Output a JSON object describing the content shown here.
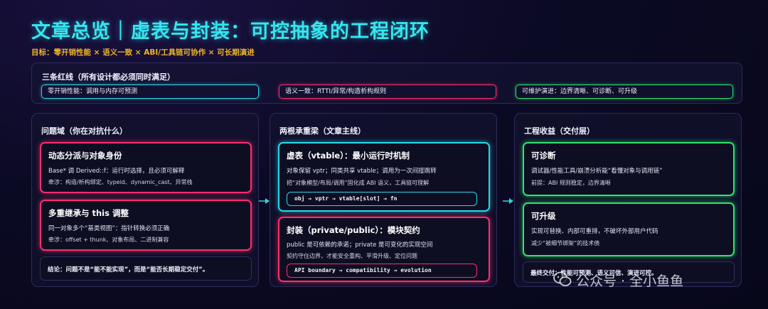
{
  "title": "文章总览｜虚表与封装：可控抽象的工程闭环",
  "subtitle": "目标：零开销性能 × 语义一致 × ABI/工具链可协作 × 可长期演进",
  "redlines": {
    "title": "三条红线（所有设计都必须同时满足）",
    "items": [
      "零开销性能：调用与内存可预测",
      "语义一致：RTTI/异常/构造析构规则",
      "可维护演进：边界清晰、可诊断、可升级"
    ]
  },
  "col1": {
    "title": "问题域（你在对抗什么）",
    "card1": {
      "heading": "动态分派与对象身份",
      "line1": "Base* 调 Derived::f：运行时选择，且必须可解释",
      "line2": "牵涉：构造/析构绑定、typeid、dynamic_cast、异常栈"
    },
    "card2": {
      "heading": "多重继承与 this 调整",
      "line1": "同一对象多个“基类视图”：指针转换必须正确",
      "line2": "牵涉：offset + thunk、对象布局、二进制兼容"
    },
    "conclusion": "结论：问题不是“能不能实现”，而是“能否长期稳定交付”。"
  },
  "col2": {
    "title": "两根承重梁（文章主线）",
    "card1": {
      "heading": "虚表（vtable）：最小运行时机制",
      "line1": "对象保留 vptr；同类共享 vtable；调用为一次间接跳转",
      "line2": "把“对象模型/布局/调用”固化成 ABI 语义，工具链可理解",
      "code": "obj → vptr → vtable[slot] → fn"
    },
    "card2": {
      "heading": "封装（private/public）：模块契约",
      "line1": "public 是可依赖的承诺；private 是可变化的实现空间",
      "line2": "契约守住边界，才能安全重构、平滑升级、定位问题",
      "code": "API boundary → compatibility → evolution"
    }
  },
  "col3": {
    "title": "工程收益（交付层）",
    "card1": {
      "heading": "可诊断",
      "line1": "调试器/性能工具/崩溃分析能“看懂对象与调用链”",
      "line2": "前提：ABI 规则稳定，边界清晰"
    },
    "card2": {
      "heading": "可升级",
      "line1": "实现可替换、内部可重排，不破坏外部用户代码",
      "line2": "减少“被细节绑架”的技术债"
    },
    "final": "最终交付：性能可预测、语义可信、演进可控。"
  },
  "watermark": "公众号 · 全小鱼鱼",
  "colors": {
    "accent_cyan": "#2ad8e8",
    "accent_pink": "#ff2d6f",
    "accent_green": "#2fe36a",
    "title_cyan": "#35e6f0",
    "subtitle_gold": "#f0b429"
  }
}
